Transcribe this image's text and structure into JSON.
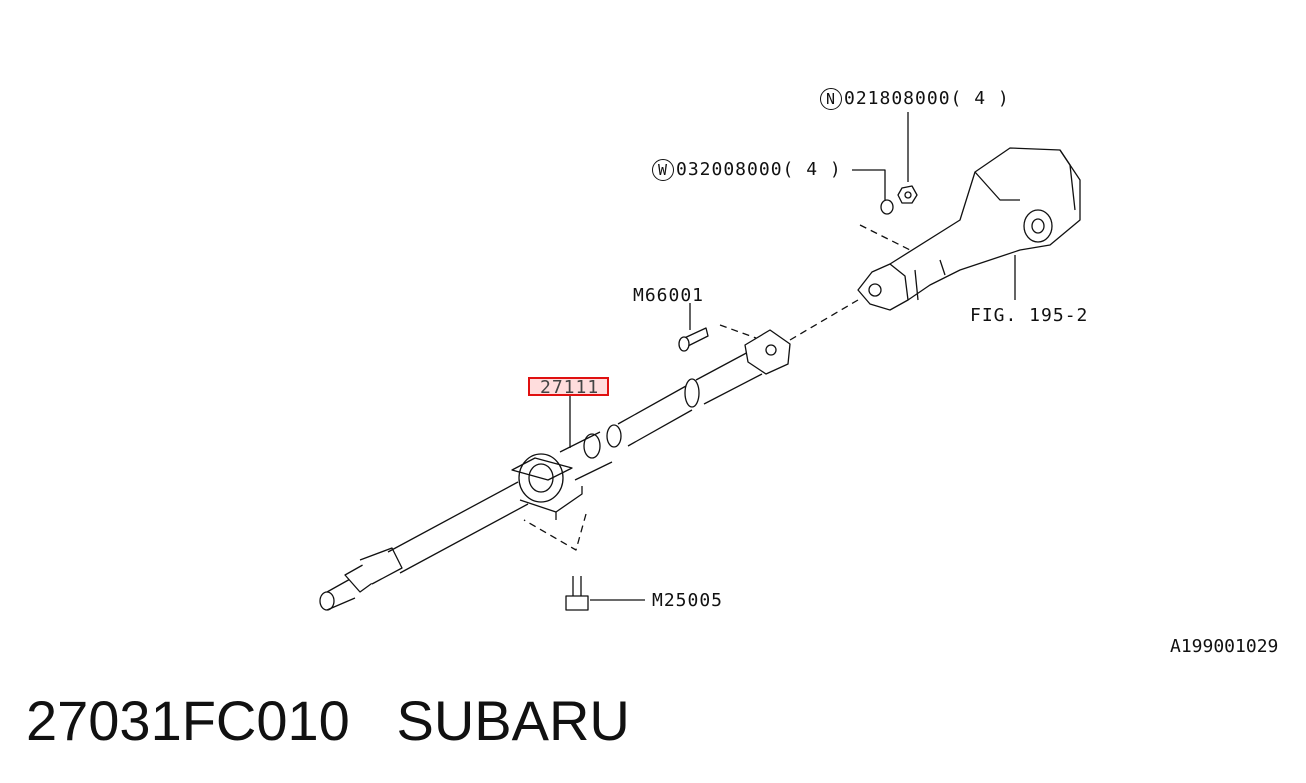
{
  "callouts": {
    "nut": {
      "symbol": "N",
      "text": "021808000( 4 )"
    },
    "washer": {
      "symbol": "W",
      "text": "032008000( 4 )"
    },
    "bolt_upper": "M66001",
    "part_number": "27111",
    "figure_ref": "FIG. 195-2",
    "bolt_lower": "M25005",
    "diagram_id": "A199001029"
  },
  "footer": {
    "part_code": "27031FC010",
    "brand": "SUBARU",
    "title_line": "27031FC010   SUBARU"
  },
  "colors": {
    "line": "#111111",
    "highlight": "#e01010"
  }
}
